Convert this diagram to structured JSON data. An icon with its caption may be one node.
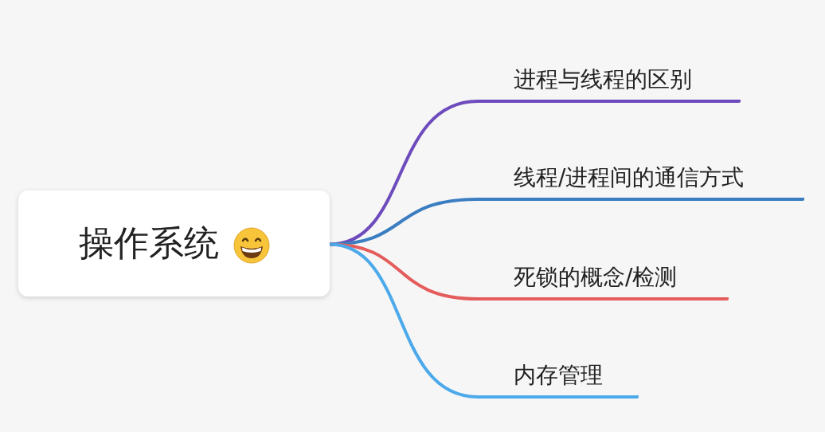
{
  "diagram": {
    "nodes": [
      {
        "text": [
          "操作系统"
        ]
      },
      {
        "text": [
          "进程与线程的区别"
        ]
      },
      {
        "text": [
          "线程/进程间的通信方式"
        ]
      },
      {
        "text": [
          "死锁的概念/检测"
        ]
      },
      {
        "text": [
          "内存管理"
        ]
      }
    ],
    "edges": [
      {
        "from": 0,
        "to": 1,
        "arrow": "none",
        "color": "#6e4bbd"
      },
      {
        "from": 0,
        "to": 2,
        "arrow": "none",
        "color": "#3a7dc0"
      },
      {
        "from": 0,
        "to": 3,
        "arrow": "none",
        "color": "#e45c5c"
      },
      {
        "from": 0,
        "to": 4,
        "arrow": "none",
        "color": "#4ca9ea"
      }
    ]
  }
}
